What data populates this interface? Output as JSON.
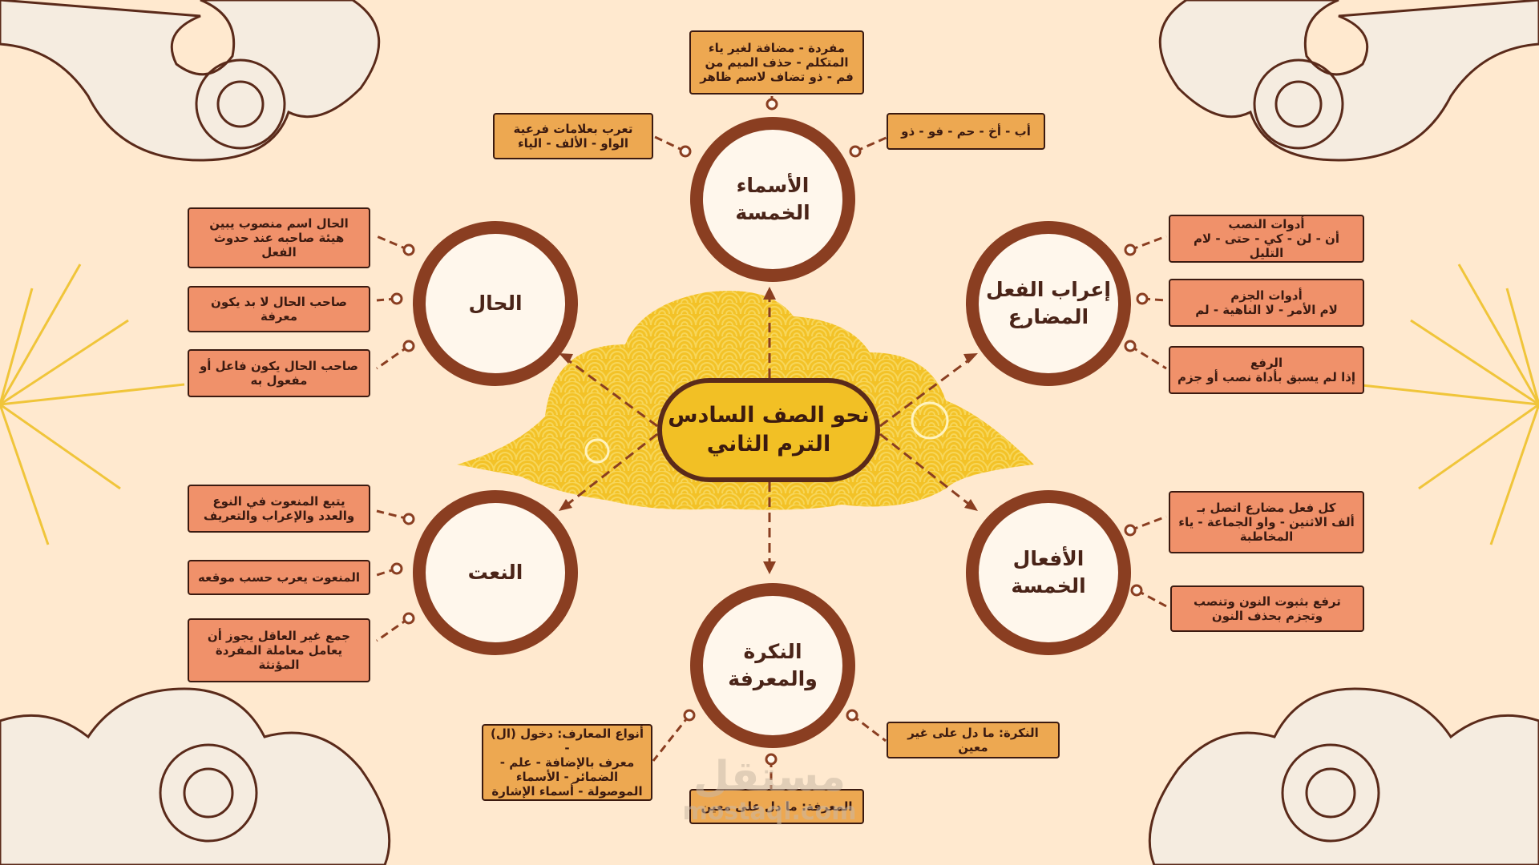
{
  "center": {
    "title": "نحو الصف السادس\nالترم الثاني"
  },
  "nodes": {
    "asmaa": "الأسماء\nالخمسة",
    "hal": "الحال",
    "fel": "إعراب الفعل\nالمضارع",
    "naat": "النعت",
    "afaal": "الأفعال\nالخمسة",
    "nakira": "النكرة\nوالمعرفة"
  },
  "boxes": {
    "asmaa_top": "مفردة - مضافة لغير ياء\nالمتكلم - حذف الميم من\nفم - ذو تضاف لاسم ظاهر",
    "asmaa_left": "تعرب بعلامات فرعية\nالواو - الألف - الياء",
    "asmaa_right": "أب - أخ - حم - فو - ذو",
    "hal_1": "الحال اسم منصوب يبين\nهيئة صاحبه عند حدوث\nالفعل",
    "hal_2": "صاحب الحال لا بد يكون\nمعرفة",
    "hal_3": "صاحب الحال يكون فاعل أو\nمفعول به",
    "fel_1": "أدوات النصب\nأن - لن - كي - حتى - لام التليل",
    "fel_2": "أدوات الجزم\nلام الأمر - لا الناهية - لم",
    "fel_3": "الرفع\nإذا لم يسبق بأداة نصب أو جزم",
    "naat_1": "يتبع المنعوت في النوع\nوالعدد والإعراب والتعريف",
    "naat_2": "المنعوت يعرب حسب موقعه",
    "naat_3": "جمع غير العاقل يجوز أن\nيعامل معاملة المفردة\nالمؤنثة",
    "afaal_1": "كل فعل مضارع اتصل بـ\nألف الاثنين - واو الجماعة - ياء\nالمخاطبة",
    "afaal_2": "ترفع بثبوت النون وتنصب\nوتجزم بحذف النون",
    "nakira_left": "أنواع المعارف: دخول (ال) -\nمعرف بالإضافة - علم -\nالضمائر - الأسماء\nالموصولة - أسماء الإشارة",
    "nakira_right": "النكرة: ما دل على غير معين",
    "nakira_bottom": "المعرفة: ما دل على معين"
  },
  "watermark": {
    "line1": "مستقل",
    "line2": "mostaql.com"
  },
  "colors": {
    "ring": "#8a3e21",
    "orange_box": "#f0916a",
    "gold_box": "#eda851",
    "center": "#f2c025",
    "background": "#ffe9cf"
  }
}
